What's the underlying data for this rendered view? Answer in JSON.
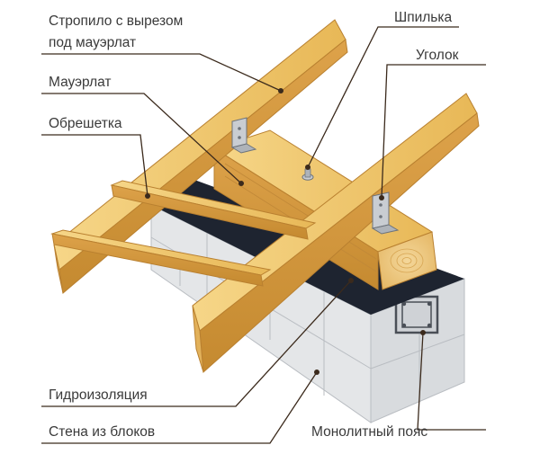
{
  "labels": {
    "rafter_line1": "Стропило с вырезом",
    "rafter_line2": "под мауэрлат",
    "mauerlat": "Мауэрлат",
    "lathing": "Обрешетка",
    "waterproofing": "Гидроизоляция",
    "block_wall": "Стена из блоков",
    "stud": "Шпилька",
    "angle": "Уголок",
    "monolithic_belt": "Монолитный пояс"
  },
  "colors": {
    "wood_light": "#f2cc72",
    "wood_mid": "#e3b04f",
    "wood_dark": "#c98d2e",
    "block_face": "#e4e6e8",
    "block_side": "#d2d5d8",
    "block_joint": "#b9bdc2",
    "waterproofing": "#1e2430",
    "metal": "#c9cdd2",
    "leader": "#3b2a1c",
    "text": "#3a3a3a"
  }
}
